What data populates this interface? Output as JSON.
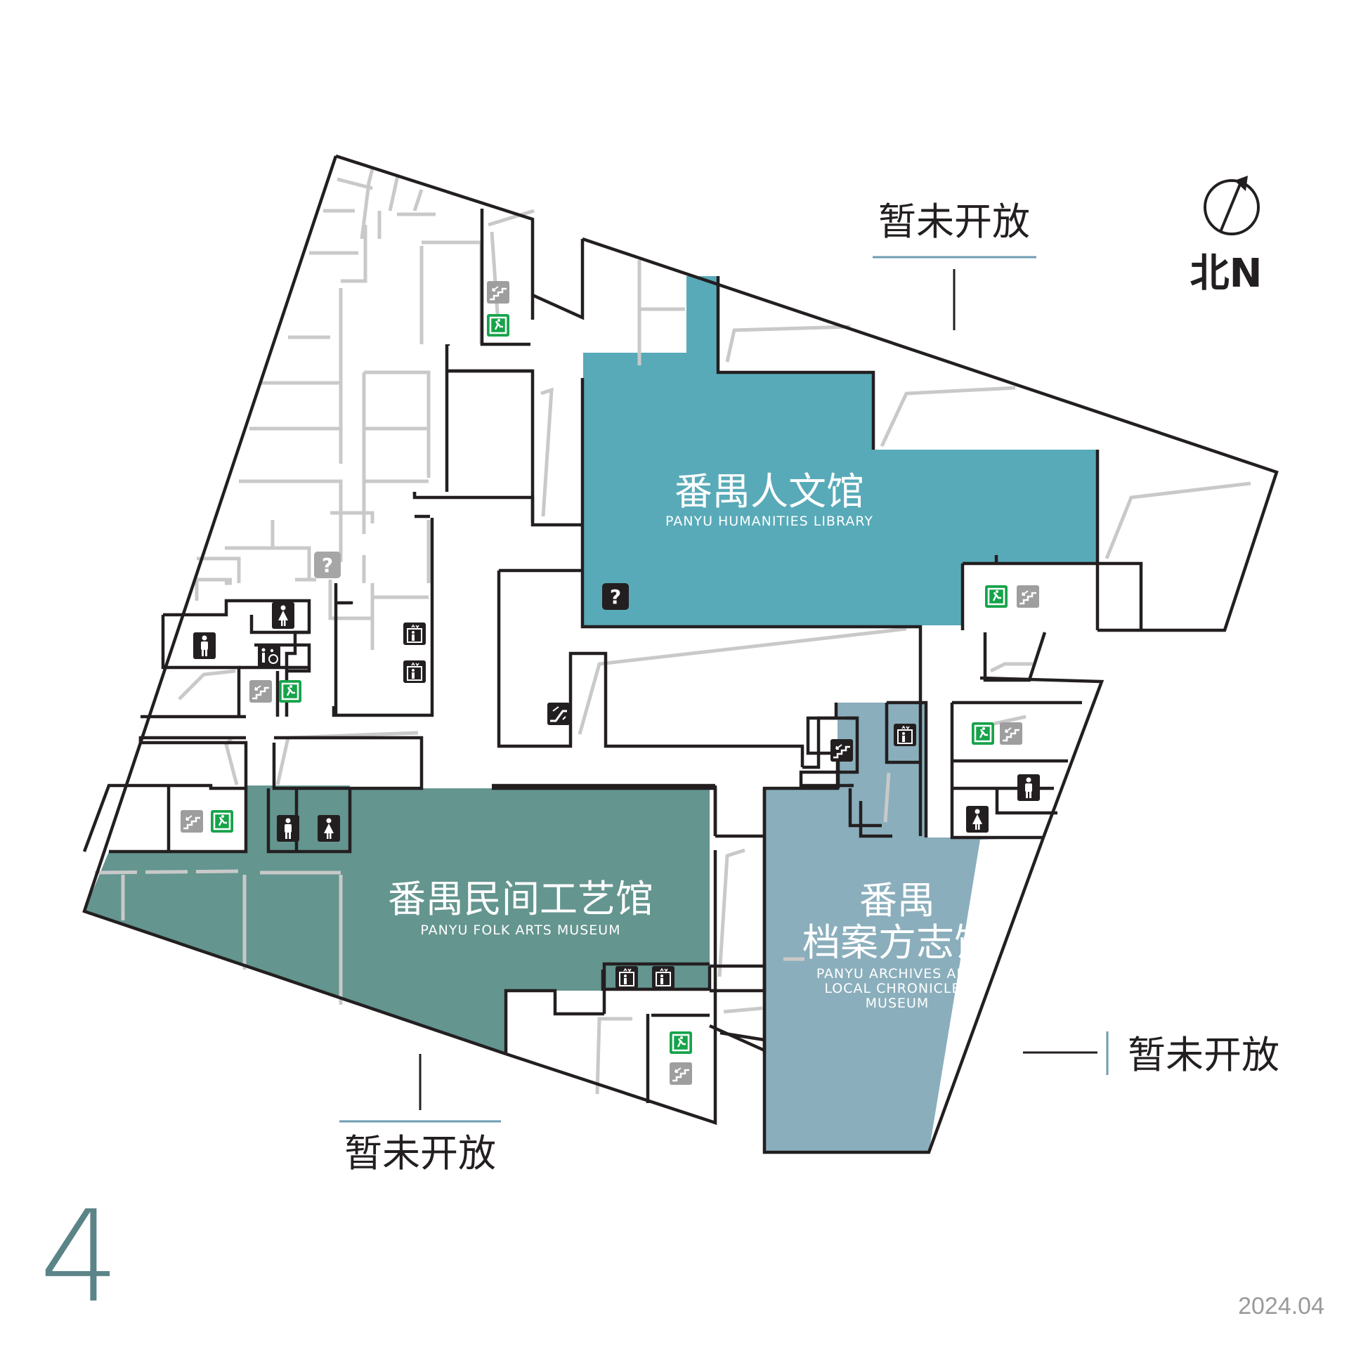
{
  "floor_number": "4",
  "date": "2024.04",
  "compass": {
    "label": "北N"
  },
  "zones": {
    "humanities": {
      "name_zh": "番禺人文馆",
      "name_en": "PANYU HUMANITIES LIBRARY",
      "color": "#58aab8"
    },
    "folk_arts": {
      "name_zh": "番禺民间工艺馆",
      "name_en": "PANYU FOLK ARTS MUSEUM",
      "color": "#64958f"
    },
    "archives": {
      "name_zh_line1": "番禺",
      "name_zh_line2": "档案方志馆",
      "name_en_line1": "PANYU ARCHIVES AND",
      "name_en_line2": "LOCAL CHRONICLES",
      "name_en_line3": "MUSEUM",
      "color": "#8aaebc"
    }
  },
  "closed_areas": {
    "north": "暂未开放",
    "east": "暂未开放",
    "south": "暂未开放"
  },
  "colors": {
    "wall": "#231f20",
    "inner_wall": "#c9c9c9",
    "exit": "#16a34a",
    "stairs": "#9e9e9e",
    "accent_line": "#6f9db0"
  },
  "icons": [
    "emergency-exit-icon",
    "stairs-icon",
    "elevator-icon",
    "escalator-icon",
    "restroom-male-icon",
    "restroom-female-icon",
    "accessible-restroom-icon",
    "information-icon",
    "compass-icon"
  ]
}
